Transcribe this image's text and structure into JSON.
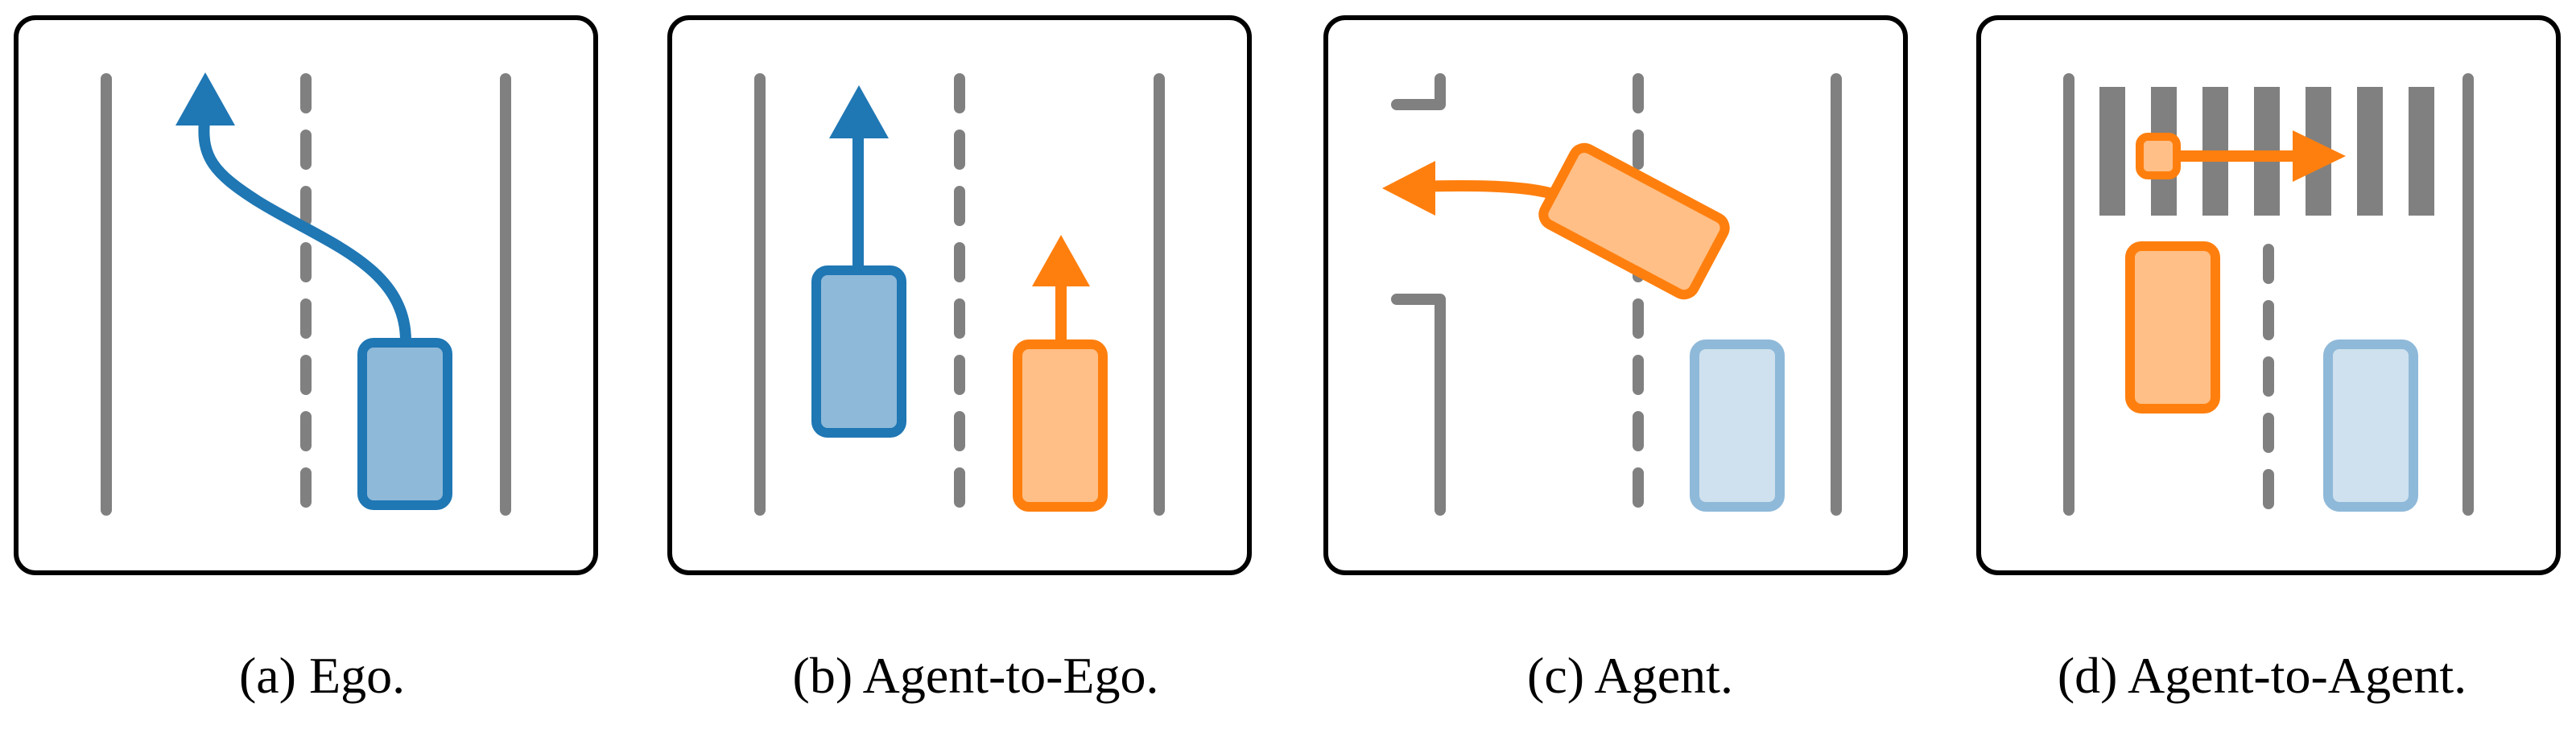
{
  "colors": {
    "blue": "#1f77b4",
    "blue_fill": "#8fb9d9",
    "blue_light_stroke": "#8fb9d9",
    "blue_light_fill": "#cfe1ee",
    "orange": "#ff7f0e",
    "orange_fill": "#ffbf86",
    "road": "#808080",
    "frame": "#000000"
  },
  "panels": [
    {
      "caption": "(a) Ego."
    },
    {
      "caption": "(b) Agent-to-Ego."
    },
    {
      "caption": "(c) Agent."
    },
    {
      "caption": "(d) Agent-to-Agent."
    }
  ]
}
